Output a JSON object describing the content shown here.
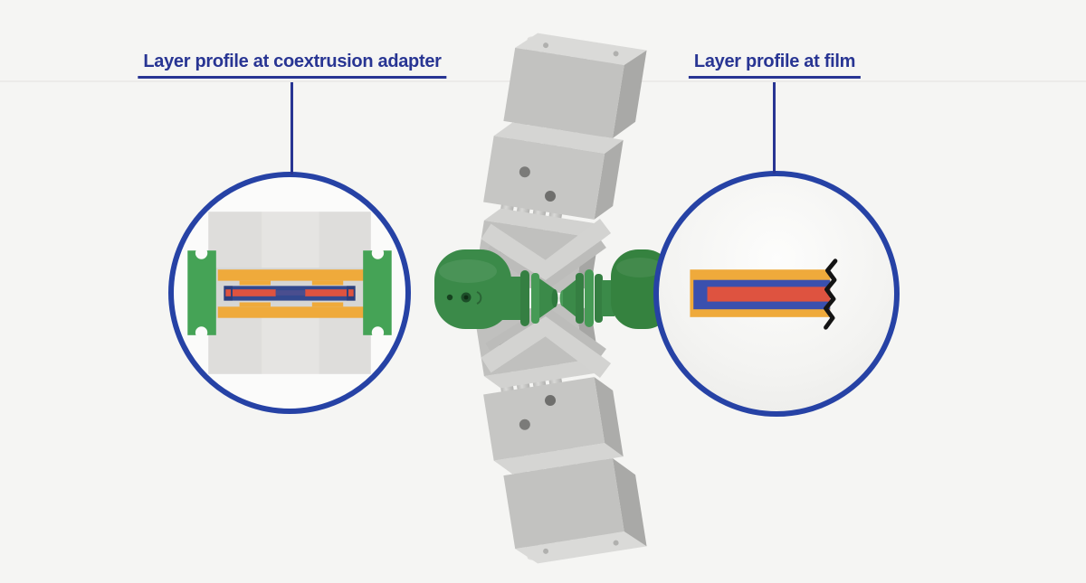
{
  "callouts": {
    "left": {
      "label": "Layer profile at coextrusion adapter"
    },
    "right": {
      "label": "Layer profile at film"
    }
  },
  "icons": {
    "break_mark": "zigzag-break-line",
    "bolt_notches": "flange-bolt-cutouts",
    "inspection_holes": "plate-bore-holes"
  },
  "colors": {
    "accent_navy": "#283593",
    "circle_border": "#2642a5",
    "bg": "#f5f5f3",
    "orange": "#efaa3b",
    "film_blue": "#3a50ae",
    "adapter_blue": "#33498f",
    "red": "#de5340",
    "green": "#3b8a49",
    "flange_green": "#45a356"
  }
}
